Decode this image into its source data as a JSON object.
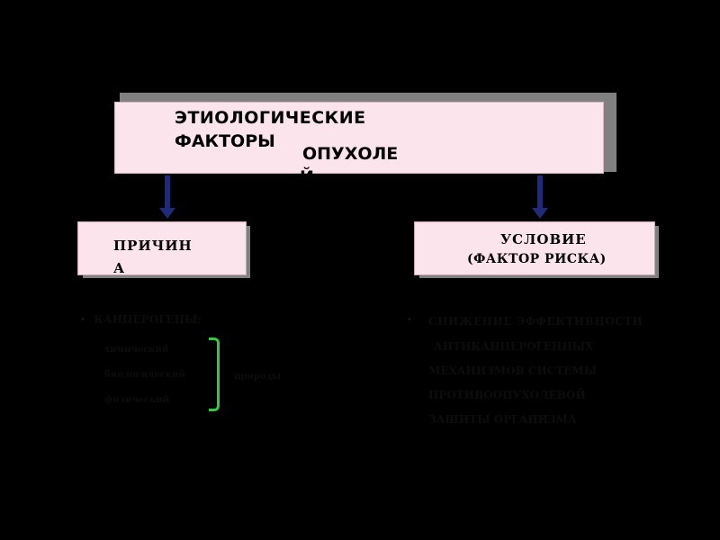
{
  "title": {
    "line1": "ЭТИОЛОГИЧЕСКИЕ",
    "line2": "ФАКТОРЫ",
    "line3": "ОПУХОЛЕ",
    "line4": "Й"
  },
  "cause": {
    "line1": "ПРИЧИН",
    "line2": "А"
  },
  "condition": {
    "line1": "УСЛОВИЕ",
    "line2": "(ФАКТОР РИСКА)"
  },
  "left_list": {
    "heading": "КАНЦЕРОГЕНЫ:",
    "items": [
      "химический",
      "биологический",
      "физический"
    ],
    "brace_label": "природы"
  },
  "right_list": {
    "lines": [
      "СНИЖЕНИЕ ЭФФЕКТИВНОСТИ",
      "АНТИКАНЦЕРОГЕННЫХ",
      "МЕХАНИЗМОВ СИСТЕМЫ",
      "ПРОТИВООПУХОЛЕВОЙ",
      "ЗАЩИТЫ ОРГАНИЗМА"
    ]
  },
  "colors": {
    "background": "#000000",
    "box_fill": "#fce4ec",
    "arrow": "#1f2a7a",
    "brace": "#2ecc40"
  }
}
